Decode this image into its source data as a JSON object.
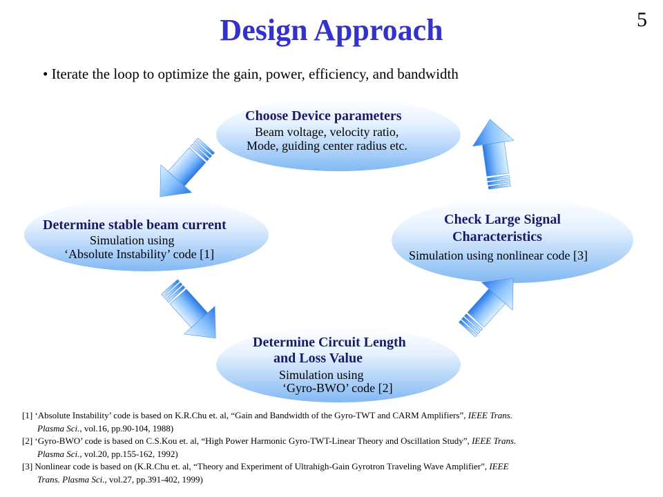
{
  "page": {
    "title": "Design Approach",
    "page_number": "5"
  },
  "bullet": "• Iterate the loop to optimize the gain, power, efficiency, and bandwidth",
  "nodes": {
    "top": {
      "title": "Choose Device parameters",
      "line1": "Beam voltage, velocity ratio,",
      "line2": "Mode, guiding center radius etc."
    },
    "left": {
      "title": "Determine stable beam current",
      "line1": "Simulation using",
      "line2": "‘Absolute Instability’ code [1]"
    },
    "bottom": {
      "title1": "Determine Circuit Length",
      "title2": "and Loss Value",
      "line1": "Simulation using",
      "line2": "‘Gyro-BWO’ code [2]"
    },
    "right": {
      "title1": "Check Large Signal",
      "title2": "Characteristics",
      "line1": "Simulation using nonlinear code [3]"
    }
  },
  "references": {
    "r1": {
      "a": "[1] ‘Absolute Instability’ code is based on K.R.Chu et. al, “Gain and Bandwidth of the Gyro-TWT and CARM Amplifiers”, ",
      "a_it": "IEEE Trans.",
      "b_it": "Plasma Sci.,",
      "b": " vol.16, pp.90-104, 1988)"
    },
    "r2": {
      "a": "[2] ‘Gyro-BWO’ code is based on C.S.Kou et. al, “High Power Harmonic Gyro-TWT-Linear Theory and Oscillation Study”, ",
      "a_it": "IEEE Trans.",
      "b_it": "Plasma Sci.,",
      "b": " vol.20, pp.155-162, 1992)"
    },
    "r3": {
      "a": "[3] Nonlinear code is based on (K.R.Chu et. al, “Theory and Experiment of Ultrahigh-Gain Gyrotron Traveling Wave Amplifier”, ",
      "a_it": "IEEE",
      "b_it": "Trans. Plasma Sci.,",
      "b": " vol.27, pp.391-402, 1999)"
    }
  },
  "colors": {
    "title": "#3333cc",
    "ellipse_light": "#ffffff",
    "ellipse_dark": "#7fb6f2",
    "arrow_light": "#c9e6ff",
    "arrow_dark": "#2f7fe8"
  },
  "icons": {
    "arrows": [
      "arrow-top-to-left-icon",
      "arrow-left-to-bottom-icon",
      "arrow-bottom-to-right-icon",
      "arrow-right-to-top-icon"
    ]
  }
}
